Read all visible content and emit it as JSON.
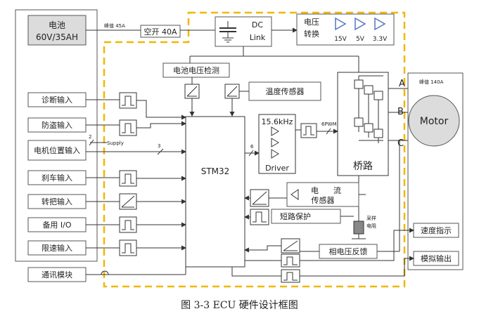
{
  "battery": {
    "line1": "电池",
    "line2": "60V/35AH"
  },
  "battery_peak": "峰值 45A",
  "switch_label": "空开 40A",
  "dc_link": {
    "line1": "DC",
    "line2": "Link"
  },
  "converter": {
    "line1": "电压",
    "line2": "转换",
    "v1": "15V",
    "v2": "5V",
    "v3": "3.3V"
  },
  "battery_voltage_detect": "电池电压检测",
  "temp_sensor": "温度传感器",
  "inputs": [
    "诊断输入",
    "防盗输入",
    "电机位置输入",
    "刹车输入",
    "转把输入",
    "备用 I/O",
    "限速输入"
  ],
  "supply_label": "Supply",
  "supply_count": "2",
  "position_bus_count": "3",
  "comm_module": "通讯模块",
  "mcu": "STM32",
  "mcu_bus_count": "6",
  "driver": {
    "freq": "15.6kHz",
    "label": "Driver"
  },
  "pwm_label": "6PWM",
  "bridge": "桥路",
  "phases": [
    "A",
    "B",
    "C"
  ],
  "motor_peak": "峰值 140A",
  "motor": "Motor",
  "current_sensor": {
    "line1a": "电",
    "line1b": "流",
    "line2": "传感器"
  },
  "short_protect": "短路保护",
  "sampling_resistor": {
    "line1": "采样",
    "line2": "电阻"
  },
  "phase_voltage_feedback": "相电压反馈",
  "speed_indicator": "速度指示",
  "analog_output": "模拟输出",
  "caption": "图 3-3    ECU 硬件设计框图",
  "colors": {
    "box_fill": "#dcdcdc",
    "line": "#333333",
    "dashed_boundary": "#f0b800",
    "arrow_blue": "#5577bb"
  }
}
